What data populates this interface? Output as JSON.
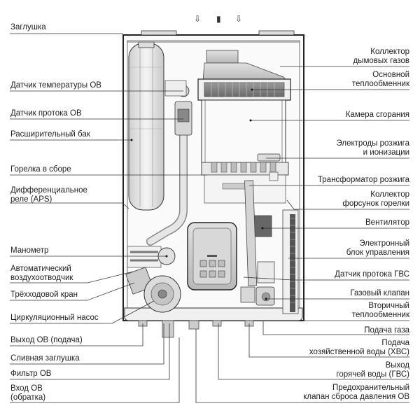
{
  "top_symbols": [
    "⇩",
    "▮",
    "⇩"
  ],
  "left_labels": [
    {
      "id": "zaglushka",
      "text": "Заглушка"
    },
    {
      "id": "datchik-temp-ov",
      "text": "Датчик температуры ОВ"
    },
    {
      "id": "datchik-protoka-ov",
      "text": "Датчик протока ОВ"
    },
    {
      "id": "rasshiritelny-bak",
      "text": "Расширительный бак"
    },
    {
      "id": "gorelka",
      "text": "Горелка в сборе"
    },
    {
      "id": "diff-rele",
      "text": "Дифференциальное",
      "text2": "реле (APS)"
    },
    {
      "id": "manometr",
      "text": "Манометр"
    },
    {
      "id": "vozduhootvodchik",
      "text": "Автоматический",
      "text2": "воздухоотводчик"
    },
    {
      "id": "trehhodovoy-kran",
      "text": "Трёхходовой кран"
    },
    {
      "id": "cirk-nasos",
      "text": "Циркуляционный насос"
    },
    {
      "id": "vyhod-ov",
      "text": "Выход ОВ (подача)"
    },
    {
      "id": "slivnaya-zaglushka",
      "text": "Сливная заглушка"
    },
    {
      "id": "filtr-ov",
      "text": "Фильтр ОВ"
    },
    {
      "id": "vhod-ov",
      "text": "Вход ОВ",
      "text2": "(обратка)"
    }
  ],
  "right_labels": [
    {
      "id": "kollektor-gazov",
      "text": "Коллектор",
      "text2": "дымовых газов"
    },
    {
      "id": "osnovnoy-teploobmennik",
      "text": "Основной",
      "text2": "теплообменник"
    },
    {
      "id": "kamera-sgoraniya",
      "text": "Камера сгорания"
    },
    {
      "id": "elektrody",
      "text": "Электроды розжига",
      "text2": "и ионизации"
    },
    {
      "id": "transformator",
      "text": "Трансформатор розжига"
    },
    {
      "id": "kollektor-forsunok",
      "text": "Коллектор",
      "text2": "форсунок горелки"
    },
    {
      "id": "ventilyator",
      "text": "Вентилятор"
    },
    {
      "id": "blok-upravleniya",
      "text": "Электронный",
      "text2": "блок управления"
    },
    {
      "id": "datchik-protoka-gvs",
      "text": "Датчик протока ГВС"
    },
    {
      "id": "gazovy-klapan",
      "text": "Газовый клапан"
    },
    {
      "id": "vtorichny-teploobmennik",
      "text": "Вторичный",
      "text2": "теплообменник"
    },
    {
      "id": "podacha-gaza",
      "text": "Подача газа"
    },
    {
      "id": "podacha-hvs",
      "text": "Подача",
      "text2": "хозяйственной воды (ХВС)"
    },
    {
      "id": "vyhod-gvs",
      "text": "Выход",
      "text2": "горячей воды (ГВС)"
    },
    {
      "id": "predohranitelny-klapan",
      "text": "Предохранительный",
      "text2": "клапан сброса давления ОВ"
    }
  ]
}
